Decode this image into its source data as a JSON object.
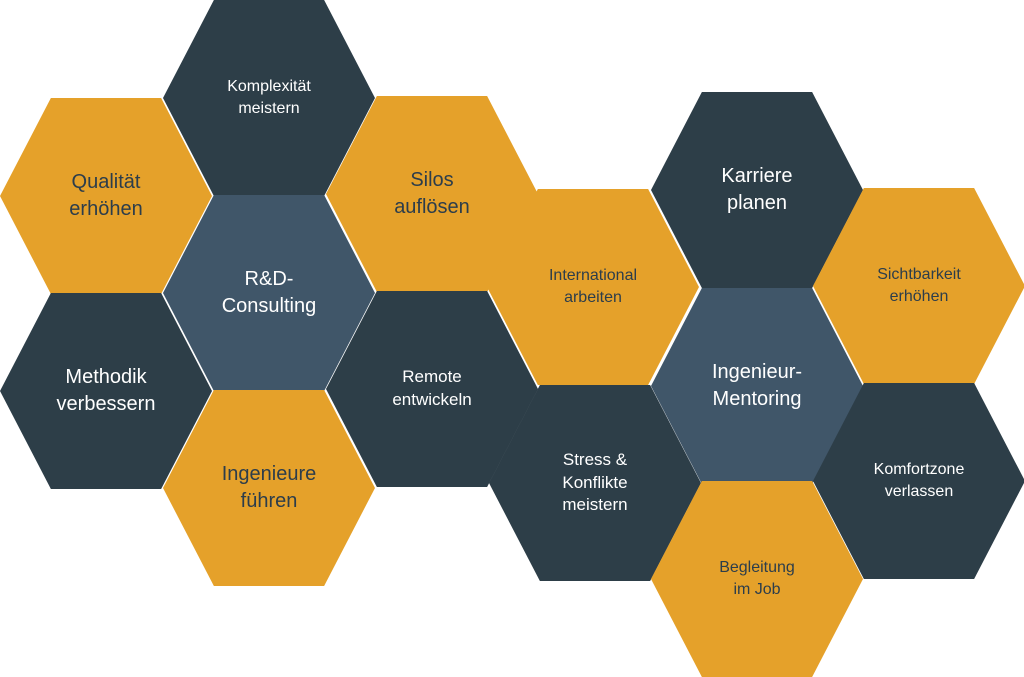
{
  "hexagons": [
    {
      "label": "Komplexität\nmeistern",
      "color": "#2d3e48"
    },
    {
      "label": "Qualität\nerhöhen",
      "color": "#e5a12a"
    },
    {
      "label": "Silos\nauflösen",
      "color": "#e5a12a"
    },
    {
      "label": "R&D-\nConsulting",
      "color": "#405669"
    },
    {
      "label": "Methodik\nverbessern",
      "color": "#2d3e48"
    },
    {
      "label": "Remote\nentwickeln",
      "color": "#2d3e48"
    },
    {
      "label": "Ingenieure\nführen",
      "color": "#e5a12a"
    },
    {
      "label": "International\narbeiten",
      "color": "#e5a12a"
    },
    {
      "label": "Karriere\nplanen",
      "color": "#2d3e48"
    },
    {
      "label": "Sichtbarkeit\nerhöhen",
      "color": "#e5a12a"
    },
    {
      "label": "Ingenieur-\nMentoring",
      "color": "#405669"
    },
    {
      "label": "Stress &\nKonflikte\nmeistern",
      "color": "#2d3e48"
    },
    {
      "label": "Komfortzone\nverlassen",
      "color": "#2d3e48"
    },
    {
      "label": "Begleitung\nim Job",
      "color": "#e5a12a"
    }
  ]
}
